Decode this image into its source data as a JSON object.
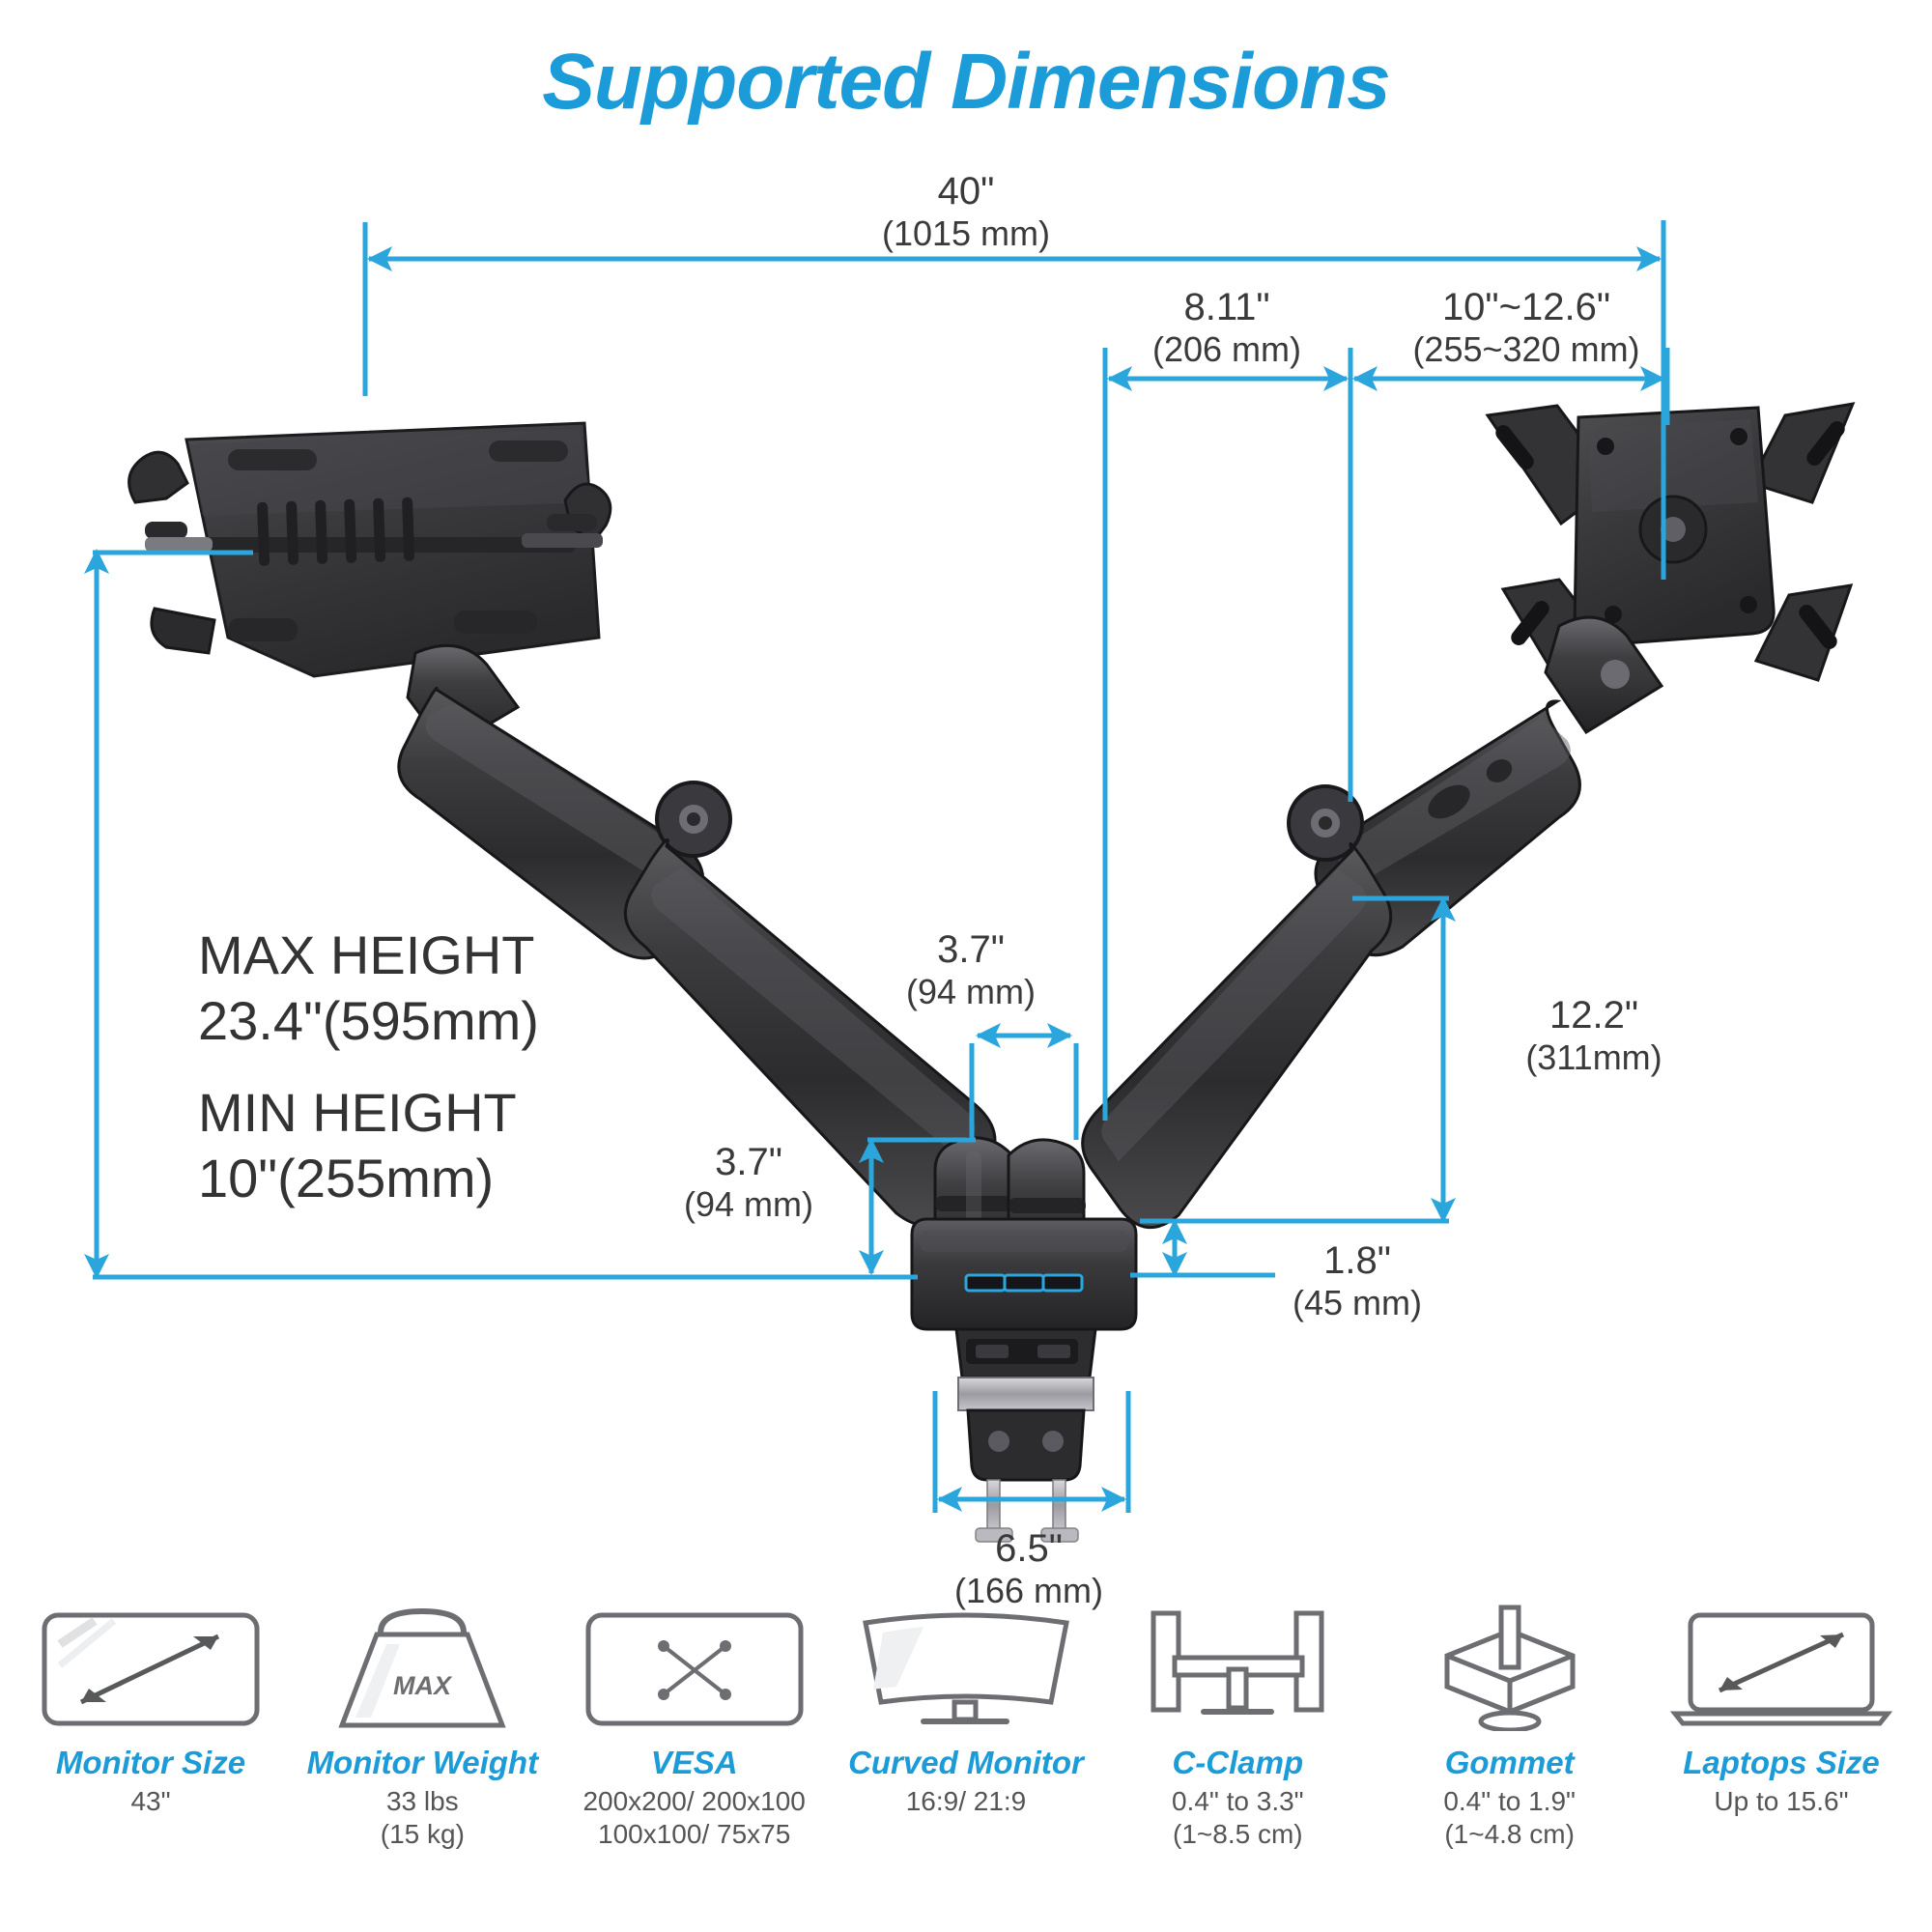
{
  "title": "Supported Dimensions",
  "colors": {
    "accent": "#1b9bd8",
    "dimension_line": "#2ba6dd",
    "text_dark": "#3a3a3a",
    "product_dark": "#3b3b3d",
    "background": "#ffffff"
  },
  "dimensions": {
    "total_width": {
      "imperial": "40\"",
      "metric": "(1015 mm)"
    },
    "arm_reach": {
      "imperial": "8.11\"",
      "metric": "(206 mm)"
    },
    "vesa_height": {
      "imperial": "10\"~12.6\"",
      "metric": "(255~320 mm)"
    },
    "center_gap": {
      "imperial": "3.7\"",
      "metric": "(94 mm)"
    },
    "base_offset": {
      "imperial": "3.7\"",
      "metric": "(94 mm)"
    },
    "right_travel": {
      "imperial": "12.2\"",
      "metric": "(311mm)"
    },
    "base_height": {
      "imperial": "1.8\"",
      "metric": "(45 mm)"
    },
    "base_width": {
      "imperial": "6.5\"",
      "metric": "(166 mm)"
    }
  },
  "height_block": {
    "max_label": "MAX HEIGHT",
    "max_value": "23.4\"(595mm)",
    "min_label": "MIN HEIGHT",
    "min_value": "10\"(255mm)"
  },
  "features": [
    {
      "icon": "monitor-size-icon",
      "name": "Monitor Size",
      "value": "43\""
    },
    {
      "icon": "monitor-weight-icon",
      "name": "Monitor Weight",
      "value": "33 lbs\n(15 kg)",
      "badge": "MAX"
    },
    {
      "icon": "vesa-icon",
      "name": "VESA",
      "value": "200x200/ 200x100\n100x100/ 75x75"
    },
    {
      "icon": "curved-monitor-icon",
      "name": "Curved Monitor",
      "value": "16:9/ 21:9"
    },
    {
      "icon": "c-clamp-icon",
      "name": "C-Clamp",
      "value": "0.4\" to 3.3\"\n(1~8.5 cm)"
    },
    {
      "icon": "gommet-icon",
      "name": "Gommet",
      "value": "0.4\" to 1.9\"\n(1~4.8 cm)"
    },
    {
      "icon": "laptop-size-icon",
      "name": "Laptops Size",
      "value": "Up to 15.6\""
    }
  ]
}
